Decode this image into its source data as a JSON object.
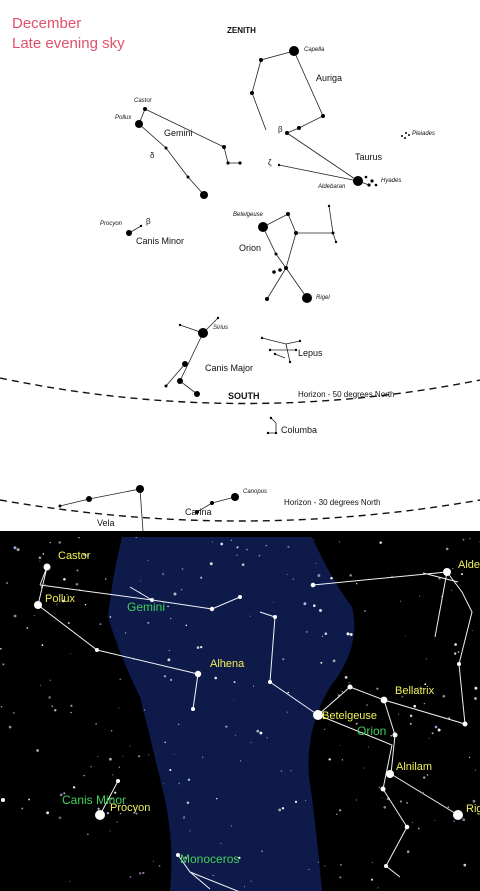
{
  "top": {
    "title_line1": "December",
    "title_line2": "Late evening sky",
    "zenith": "ZENITH",
    "south": "SOUTH",
    "horizon_50": "Horizon - 50 degrees North",
    "horizon_30": "Horizon - 30 degrees North",
    "constellations": {
      "auriga": "Auriga",
      "taurus": "Taurus",
      "gemini": "Gemini",
      "canis_minor": "Canis Minor",
      "orion": "Orion",
      "lepus": "Lepus",
      "canis_major": "Canis Major",
      "columba": "Columba",
      "carina": "Carina",
      "vela": "Vela"
    },
    "stars": {
      "capella": "Capella",
      "castor": "Castor",
      "pollux": "Pollux",
      "pleiades": "Pleiades",
      "aldebaran": "Aldebaran",
      "hyades": "Hyades",
      "procyon": "Procyon",
      "betelgeuse": "Betelgeuse",
      "rigel": "Rigel",
      "sirius": "Sirius",
      "canopus": "Canopus"
    },
    "greek": {
      "beta_auriga": "β",
      "zeta_taurus": "ζ",
      "delta_gemini": "δ",
      "beta_cmi": "β"
    }
  },
  "bottom": {
    "stars": {
      "castor": "Castor",
      "pollux": "Pollux",
      "alhena": "Alhena",
      "betelgeuse": "Betelgeuse",
      "bellatrix": "Bellatrix",
      "alnilam": "Alnilam",
      "procyon": "Procyon",
      "rigel": "Rig",
      "aldebaran": "Alde"
    },
    "constellations": {
      "gemini": "Gemini",
      "orion": "Orion",
      "canis_minor": "Canis Minor",
      "monoceros": "Monoceros"
    },
    "colors": {
      "sky": "#000000",
      "milky_way": "#0d1a4a",
      "star_label": "#f2f05a",
      "constellation_label": "#3fd15a",
      "line": "#ffffff"
    }
  },
  "colors": {
    "title": "#e0506a"
  }
}
